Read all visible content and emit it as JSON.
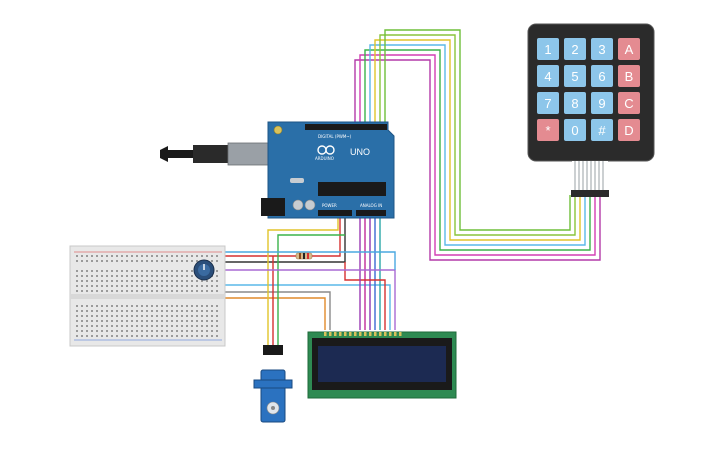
{
  "arduino": {
    "uno_label": "UNO",
    "brand_label": "ARDUINO",
    "digital_label": "DIGITAL (PWM~)",
    "power_label": "POWER",
    "analog_label": "ANALOG IN"
  },
  "keypad": {
    "keys": [
      "1",
      "2",
      "3",
      "A",
      "4",
      "5",
      "6",
      "B",
      "7",
      "8",
      "9",
      "C",
      "*",
      "0",
      "#",
      "D"
    ]
  },
  "colors": {
    "digit_key": "#8dc6ea",
    "letter_key": "#e48b91",
    "keypad_body": "#2b2b2b",
    "arduino_board": "#2a6fa8",
    "lcd_board": "#2e8a52",
    "lcd_screen": "#1c2a52",
    "servo_body": "#2b72c0"
  }
}
